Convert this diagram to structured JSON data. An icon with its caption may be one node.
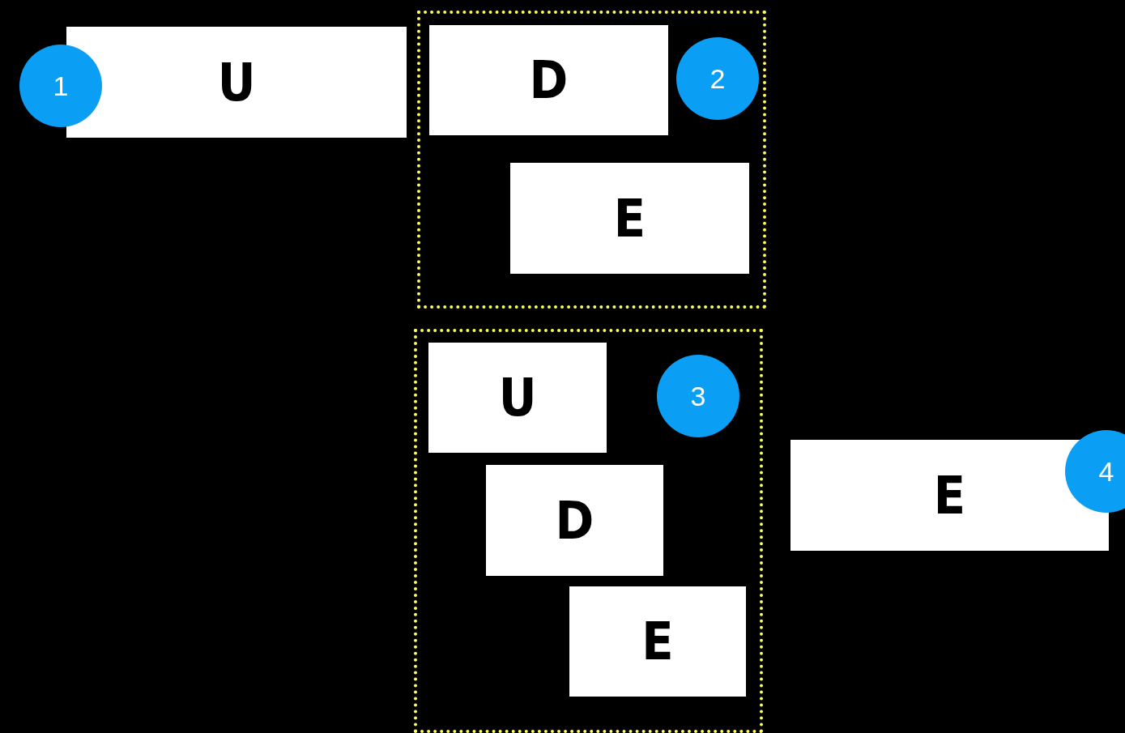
{
  "diagram": {
    "nodes": [
      {
        "text": [
          "1"
        ]
      },
      {
        "text": [
          "U"
        ]
      },
      {
        "text": [],
        "shape": "box"
      },
      {
        "text": [
          "D"
        ],
        "in": 2
      },
      {
        "text": [
          "2"
        ],
        "in": 2
      },
      {
        "text": [
          "E"
        ],
        "in": 2
      },
      {
        "text": [],
        "shape": "box"
      },
      {
        "text": [
          "U"
        ],
        "in": 6
      },
      {
        "text": [
          "3"
        ],
        "in": 6
      },
      {
        "text": [
          "D"
        ],
        "in": 6
      },
      {
        "text": [
          "E"
        ],
        "in": 6
      },
      {
        "text": [
          "E"
        ]
      },
      {
        "text": [
          "4"
        ]
      }
    ]
  }
}
